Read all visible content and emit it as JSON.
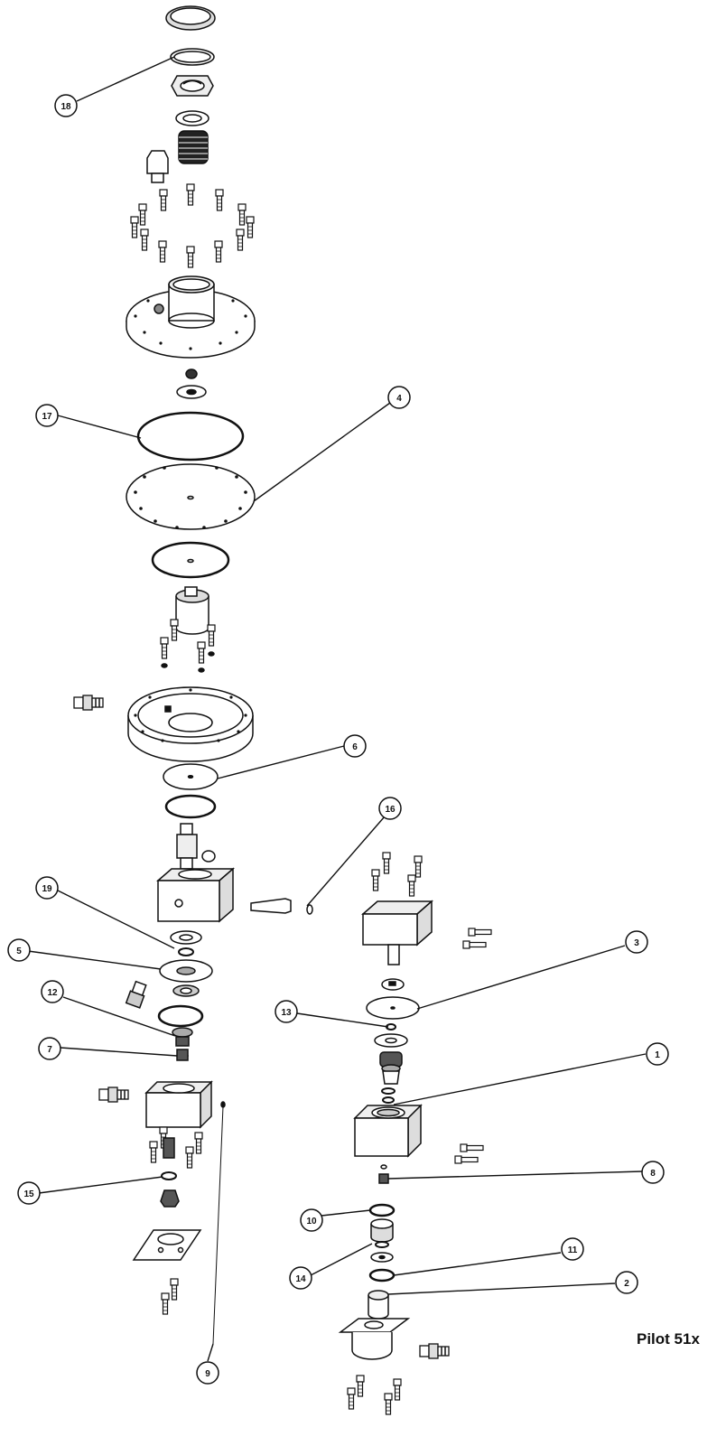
{
  "title": "Pilot 51x",
  "callouts": [
    {
      "id": "c18",
      "label": "18"
    },
    {
      "id": "c17",
      "label": "17"
    },
    {
      "id": "c4",
      "label": "4"
    },
    {
      "id": "c6",
      "label": "6"
    },
    {
      "id": "c16",
      "label": "16"
    },
    {
      "id": "c19",
      "label": "19"
    },
    {
      "id": "c5",
      "label": "5"
    },
    {
      "id": "c3",
      "label": "3"
    },
    {
      "id": "c12",
      "label": "12"
    },
    {
      "id": "c13",
      "label": "13"
    },
    {
      "id": "c7",
      "label": "7"
    },
    {
      "id": "c1",
      "label": "1"
    },
    {
      "id": "c8",
      "label": "8"
    },
    {
      "id": "c15",
      "label": "15"
    },
    {
      "id": "c10",
      "label": "10"
    },
    {
      "id": "c11",
      "label": "11"
    },
    {
      "id": "c2",
      "label": "2"
    },
    {
      "id": "c14",
      "label": "14"
    },
    {
      "id": "c9",
      "label": "9"
    }
  ],
  "colors": {
    "line": "#111111",
    "fill": "#ffffff",
    "shade": "#cfcfcf",
    "dark": "#333333"
  }
}
